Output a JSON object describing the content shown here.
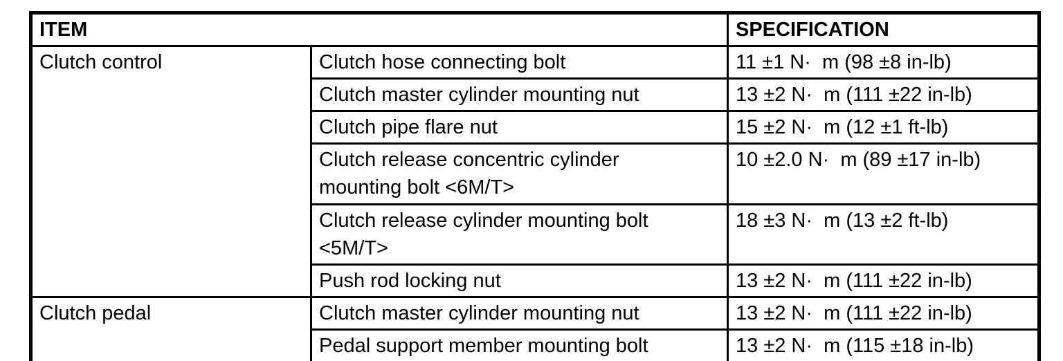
{
  "document": {
    "background_color": "#ffffff",
    "border_color": "#000000",
    "text_color": "#000000"
  },
  "table": {
    "headers": {
      "item": "ITEM",
      "specification": "SPECIFICATION"
    },
    "groups": [
      {
        "item": "Clutch control",
        "rows": [
          {
            "component": "Clutch hose connecting bolt",
            "spec": "11 ±1 N·  m (98 ±8 in-lb)"
          },
          {
            "component": "Clutch master cylinder mounting nut",
            "spec": "13 ±2 N·  m (111 ±22 in-lb)"
          },
          {
            "component": "Clutch pipe flare nut",
            "spec": "15 ±2 N·  m (12 ±1 ft-lb)"
          },
          {
            "component": "Clutch release concentric cylinder\nmounting bolt <6M/T>",
            "spec": "10 ±2.0 N·  m (89 ±17 in-lb)"
          },
          {
            "component": "Clutch release cylinder mounting bolt\n<5M/T>",
            "spec": "18 ±3 N·  m (13 ±2 ft-lb)"
          },
          {
            "component": "Push rod locking nut",
            "spec": "13 ±2 N·  m (111 ±22 in-lb)"
          }
        ]
      },
      {
        "item": "Clutch pedal",
        "rows": [
          {
            "component": "Clutch master cylinder mounting nut",
            "spec": "13 ±2 N·  m (111 ±22 in-lb)"
          },
          {
            "component": "Pedal support member mounting bolt",
            "spec": "13 ±2 N·  m (115 ±18 in-lb)"
          }
        ]
      }
    ]
  }
}
